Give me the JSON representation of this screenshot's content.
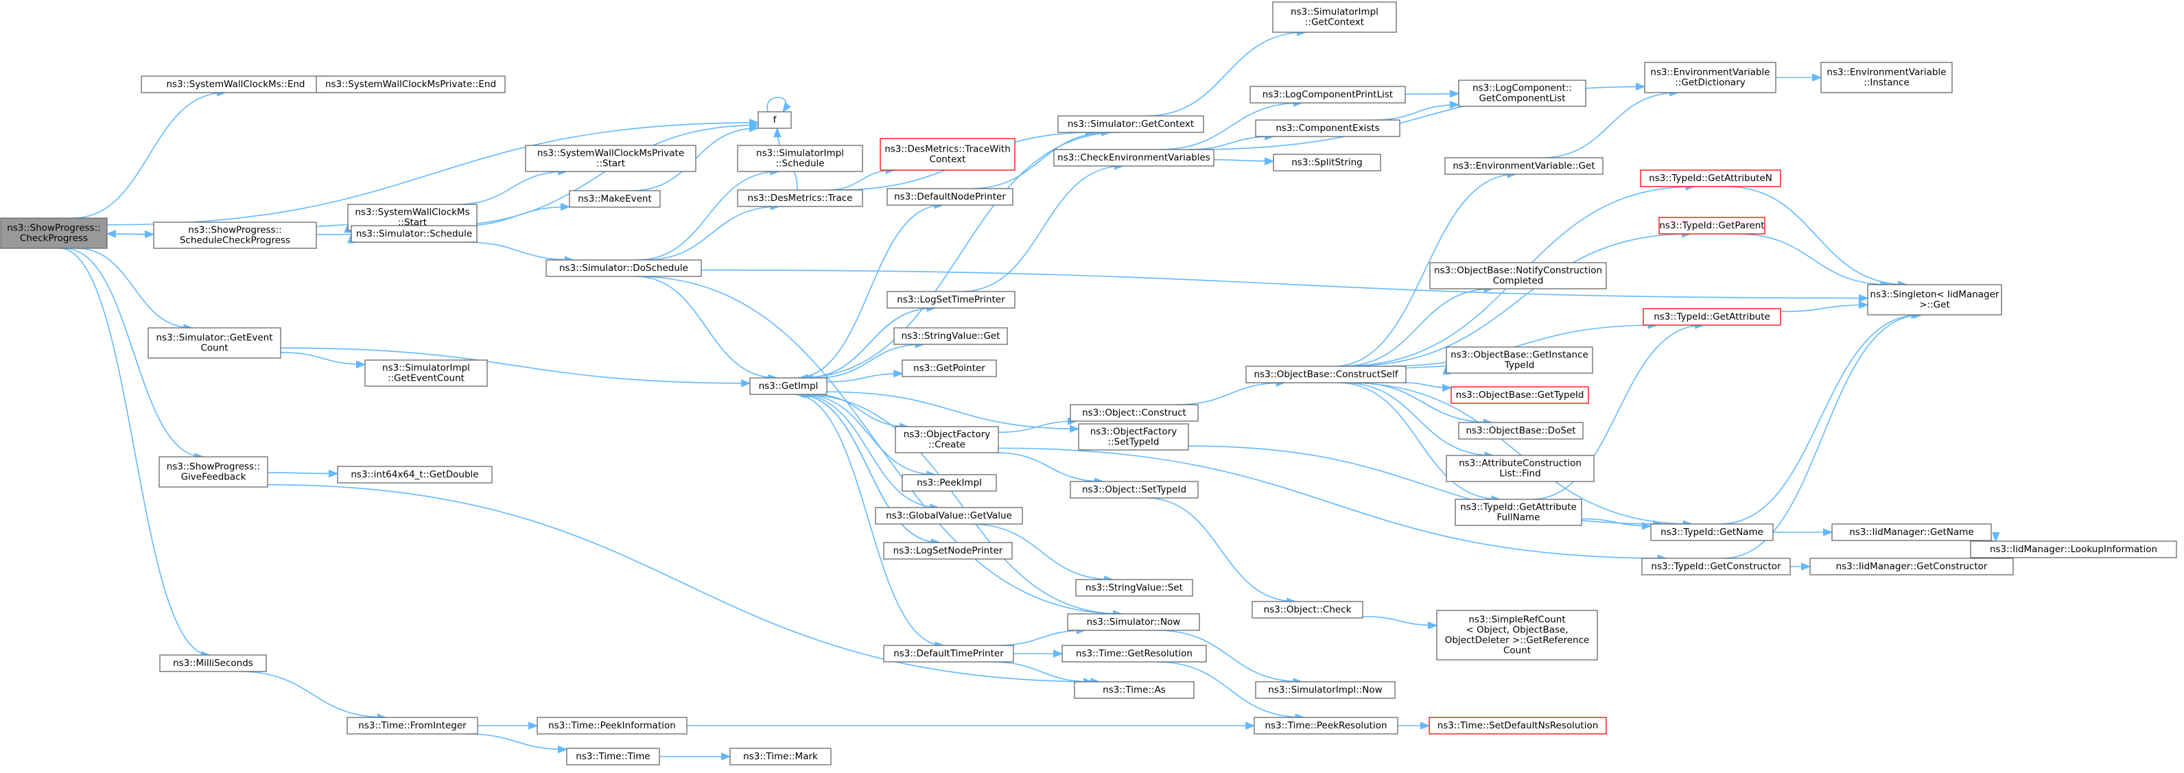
{
  "colors": {
    "edge": "#63b8ff",
    "node_border": "#666666",
    "node_border_highlight": "#ff0000",
    "root_fill": "#999999",
    "node_fill": "#ffffff"
  },
  "nodes": [
    {
      "id": "root",
      "lines": [
        "ns3::ShowProgress::",
        "CheckProgress"
      ],
      "style": "gray"
    },
    {
      "id": "swc_end",
      "lines": [
        "ns3::SystemWallClockMs::End"
      ]
    },
    {
      "id": "swcp_end",
      "lines": [
        "ns3::SystemWallClockMsPrivate::End"
      ]
    },
    {
      "id": "f",
      "lines": [
        "f"
      ]
    },
    {
      "id": "swc_start",
      "lines": [
        "ns3::SystemWallClockMs",
        "::Start"
      ]
    },
    {
      "id": "swcp_start",
      "lines": [
        "ns3::SystemWallClockMsPrivate",
        "::Start"
      ]
    },
    {
      "id": "sp_schedcheck",
      "lines": [
        "ns3::ShowProgress::",
        "ScheduleCheckProgress"
      ]
    },
    {
      "id": "sim_schedule",
      "lines": [
        "ns3::Simulator::Schedule"
      ]
    },
    {
      "id": "makeevent",
      "lines": [
        "ns3::MakeEvent"
      ]
    },
    {
      "id": "simimpl_schedule",
      "lines": [
        "ns3::SimulatorImpl",
        "::Schedule"
      ]
    },
    {
      "id": "desmetrics_trace",
      "lines": [
        "ns3::DesMetrics::Trace"
      ]
    },
    {
      "id": "desmetrics_tracewith",
      "lines": [
        "ns3::DesMetrics::TraceWith",
        "Context"
      ],
      "style": "red"
    },
    {
      "id": "defaultnodeprinter",
      "lines": [
        "ns3::DefaultNodePrinter"
      ]
    },
    {
      "id": "sim_getcontext",
      "lines": [
        "ns3::Simulator::GetContext"
      ]
    },
    {
      "id": "simimpl_getcontext",
      "lines": [
        "ns3::SimulatorImpl",
        "::GetContext"
      ]
    },
    {
      "id": "sim_doschedule",
      "lines": [
        "ns3::Simulator::DoSchedule"
      ]
    },
    {
      "id": "sim_geteventcount",
      "lines": [
        "ns3::Simulator::GetEvent",
        "Count"
      ]
    },
    {
      "id": "simimpl_geteventcount",
      "lines": [
        "ns3::SimulatorImpl",
        "::GetEventCount"
      ]
    },
    {
      "id": "getimpl",
      "lines": [
        "ns3::GetImpl"
      ]
    },
    {
      "id": "logsettimeprinter",
      "lines": [
        "ns3::LogSetTimePrinter"
      ]
    },
    {
      "id": "stringvalue_get",
      "lines": [
        "ns3::StringValue::Get"
      ]
    },
    {
      "id": "getpointer",
      "lines": [
        "ns3::GetPointer"
      ]
    },
    {
      "id": "objfactory_create",
      "lines": [
        "ns3::ObjectFactory",
        "::Create"
      ]
    },
    {
      "id": "peekimpl",
      "lines": [
        "ns3::PeekImpl"
      ]
    },
    {
      "id": "globalvalue_getvalue",
      "lines": [
        "ns3::GlobalValue::GetValue"
      ]
    },
    {
      "id": "logsetnodeprinter",
      "lines": [
        "ns3::LogSetNodePrinter"
      ]
    },
    {
      "id": "stringvalue_set",
      "lines": [
        "ns3::StringValue::Set"
      ]
    },
    {
      "id": "sim_now",
      "lines": [
        "ns3::Simulator::Now"
      ]
    },
    {
      "id": "defaulttimeprinter",
      "lines": [
        "ns3::DefaultTimePrinter"
      ]
    },
    {
      "id": "time_getresolution",
      "lines": [
        "ns3::Time::GetResolution"
      ]
    },
    {
      "id": "time_as",
      "lines": [
        "ns3::Time::As"
      ]
    },
    {
      "id": "simimpl_now",
      "lines": [
        "ns3::SimulatorImpl::Now"
      ]
    },
    {
      "id": "sp_givefeedback",
      "lines": [
        "ns3::ShowProgress::",
        "GiveFeedback"
      ]
    },
    {
      "id": "int64_getdouble",
      "lines": [
        "ns3::int64x64_t::GetDouble"
      ]
    },
    {
      "id": "milliseconds",
      "lines": [
        "ns3::MilliSeconds"
      ]
    },
    {
      "id": "time_frominteger",
      "lines": [
        "ns3::Time::FromInteger"
      ]
    },
    {
      "id": "time_peekinfo",
      "lines": [
        "ns3::Time::PeekInformation"
      ]
    },
    {
      "id": "time_time",
      "lines": [
        "ns3::Time::Time"
      ]
    },
    {
      "id": "time_mark",
      "lines": [
        "ns3::Time::Mark"
      ]
    },
    {
      "id": "time_peekres",
      "lines": [
        "ns3::Time::PeekResolution"
      ]
    },
    {
      "id": "time_setdefaultns",
      "lines": [
        "ns3::Time::SetDefaultNsResolution"
      ],
      "style": "red"
    },
    {
      "id": "checkenvvars",
      "lines": [
        "ns3::CheckEnvironmentVariables"
      ]
    },
    {
      "id": "logcompprintlist",
      "lines": [
        "ns3::LogComponentPrintList"
      ]
    },
    {
      "id": "componentexists",
      "lines": [
        "ns3::ComponentExists"
      ]
    },
    {
      "id": "splitstring",
      "lines": [
        "ns3::SplitString"
      ]
    },
    {
      "id": "logcomp_getlist",
      "lines": [
        "ns3::LogComponent::",
        "GetComponentList"
      ]
    },
    {
      "id": "envvar_getdict",
      "lines": [
        "ns3::EnvironmentVariable",
        "::GetDictionary"
      ]
    },
    {
      "id": "envvar_instance",
      "lines": [
        "ns3::EnvironmentVariable",
        "::Instance"
      ]
    },
    {
      "id": "envvar_get",
      "lines": [
        "ns3::EnvironmentVariable::Get"
      ]
    },
    {
      "id": "object_construct",
      "lines": [
        "ns3::Object::Construct"
      ]
    },
    {
      "id": "objfactory_settypeid",
      "lines": [
        "ns3::ObjectFactory",
        "::SetTypeId"
      ]
    },
    {
      "id": "object_settypeid",
      "lines": [
        "ns3::Object::SetTypeId"
      ]
    },
    {
      "id": "object_check",
      "lines": [
        "ns3::Object::Check"
      ]
    },
    {
      "id": "simplerefcount",
      "lines": [
        "ns3::SimpleRefCount",
        "< Object, ObjectBase,",
        "ObjectDeleter >::GetReference",
        "Count"
      ]
    },
    {
      "id": "objbase_constructself",
      "lines": [
        "ns3::ObjectBase::ConstructSelf"
      ]
    },
    {
      "id": "typeid_getattributen",
      "lines": [
        "ns3::TypeId::GetAttributeN"
      ],
      "style": "red"
    },
    {
      "id": "typeid_getparent",
      "lines": [
        "ns3::TypeId::GetParent"
      ],
      "style": "red"
    },
    {
      "id": "objbase_notify",
      "lines": [
        "ns3::ObjectBase::NotifyConstruction",
        "Completed"
      ]
    },
    {
      "id": "typeid_getattribute",
      "lines": [
        "ns3::TypeId::GetAttribute"
      ],
      "style": "red"
    },
    {
      "id": "objbase_getinstance",
      "lines": [
        "ns3::ObjectBase::GetInstance",
        "TypeId"
      ]
    },
    {
      "id": "objbase_gettypeid",
      "lines": [
        "ns3::ObjectBase::GetTypeId"
      ],
      "style": "red"
    },
    {
      "id": "objbase_doset",
      "lines": [
        "ns3::ObjectBase::DoSet"
      ]
    },
    {
      "id": "attrconstruction_find",
      "lines": [
        "ns3::AttributeConstruction",
        "List::Find"
      ]
    },
    {
      "id": "typeid_getattrfullname",
      "lines": [
        "ns3::TypeId::GetAttribute",
        "FullName"
      ]
    },
    {
      "id": "typeid_getname",
      "lines": [
        "ns3::TypeId::GetName"
      ]
    },
    {
      "id": "typeid_getconstructor",
      "lines": [
        "ns3::TypeId::GetConstructor"
      ]
    },
    {
      "id": "singleton_get",
      "lines": [
        "ns3::Singleton< IidManager",
        ">::Get"
      ]
    },
    {
      "id": "iidmanager_getname",
      "lines": [
        "ns3::IidManager::GetName"
      ]
    },
    {
      "id": "iidmanager_getconstructor",
      "lines": [
        "ns3::IidManager::GetConstructor"
      ]
    },
    {
      "id": "iidmanager_lookup",
      "lines": [
        "ns3::IidManager::LookupInformation"
      ]
    }
  ],
  "edges": [
    [
      "root",
      "swc_end"
    ],
    [
      "root",
      "f"
    ],
    [
      "root",
      "sp_schedcheck"
    ],
    [
      "root",
      "sim_geteventcount"
    ],
    [
      "root",
      "sp_givefeedback"
    ],
    [
      "root",
      "milliseconds"
    ],
    [
      "swc_end",
      "swcp_end"
    ],
    [
      "f",
      "f"
    ],
    [
      "swc_start",
      "swcp_start"
    ],
    [
      "sp_schedcheck",
      "root"
    ],
    [
      "sp_schedcheck",
      "swc_start"
    ],
    [
      "sp_schedcheck",
      "sim_schedule"
    ],
    [
      "sim_schedule",
      "makeevent"
    ],
    [
      "sim_schedule",
      "f"
    ],
    [
      "sim_schedule",
      "sim_doschedule"
    ],
    [
      "makeevent",
      "f"
    ],
    [
      "sim_doschedule",
      "simimpl_schedule"
    ],
    [
      "sim_doschedule",
      "desmetrics_trace"
    ],
    [
      "sim_doschedule",
      "getimpl"
    ],
    [
      "sim_doschedule",
      "sim_now"
    ],
    [
      "sim_doschedule",
      "singleton_get"
    ],
    [
      "desmetrics_trace",
      "f"
    ],
    [
      "desmetrics_trace",
      "desmetrics_tracewith"
    ],
    [
      "desmetrics_trace",
      "sim_getcontext"
    ],
    [
      "sim_getcontext",
      "simimpl_getcontext"
    ],
    [
      "sim_getcontext",
      "getimpl"
    ],
    [
      "defaultnodeprinter",
      "sim_getcontext"
    ],
    [
      "sim_geteventcount",
      "simimpl_geteventcount"
    ],
    [
      "sim_geteventcount",
      "getimpl"
    ],
    [
      "getimpl",
      "defaultnodeprinter"
    ],
    [
      "getimpl",
      "logsettimeprinter"
    ],
    [
      "getimpl",
      "stringvalue_get"
    ],
    [
      "getimpl",
      "getpointer"
    ],
    [
      "getimpl",
      "objfactory_create"
    ],
    [
      "getimpl",
      "peekimpl"
    ],
    [
      "getimpl",
      "globalvalue_getvalue"
    ],
    [
      "getimpl",
      "logsetnodeprinter"
    ],
    [
      "getimpl",
      "defaulttimeprinter"
    ],
    [
      "getimpl",
      "objfactory_settypeid"
    ],
    [
      "logsettimeprinter",
      "getimpl"
    ],
    [
      "logsetnodeprinter",
      "getimpl"
    ],
    [
      "sim_now",
      "getimpl"
    ],
    [
      "defaulttimeprinter",
      "sim_now"
    ],
    [
      "defaulttimeprinter",
      "time_getresolution"
    ],
    [
      "defaulttimeprinter",
      "time_as"
    ],
    [
      "logsettimeprinter",
      "checkenvvars"
    ],
    [
      "objfactory_create",
      "object_construct"
    ],
    [
      "objfactory_create",
      "object_settypeid"
    ],
    [
      "objfactory_create",
      "typeid_getconstructor"
    ],
    [
      "globalvalue_getvalue",
      "stringvalue_set"
    ],
    [
      "sim_now",
      "simimpl_now"
    ],
    [
      "time_getresolution",
      "time_peekres"
    ],
    [
      "sp_givefeedback",
      "int64_getdouble"
    ],
    [
      "sp_givefeedback",
      "time_as"
    ],
    [
      "milliseconds",
      "time_frominteger"
    ],
    [
      "time_frominteger",
      "time_peekinfo"
    ],
    [
      "time_frominteger",
      "time_time"
    ],
    [
      "time_time",
      "time_mark"
    ],
    [
      "time_peekinfo",
      "time_peekres"
    ],
    [
      "time_peekres",
      "time_setdefaultns"
    ],
    [
      "checkenvvars",
      "logcompprintlist"
    ],
    [
      "checkenvvars",
      "componentexists"
    ],
    [
      "checkenvvars",
      "splitstring"
    ],
    [
      "checkenvvars",
      "envvar_getdict"
    ],
    [
      "logcompprintlist",
      "logcomp_getlist"
    ],
    [
      "componentexists",
      "logcomp_getlist"
    ],
    [
      "envvar_getdict",
      "envvar_instance"
    ],
    [
      "envvar_get",
      "envvar_getdict"
    ],
    [
      "object_construct",
      "objbase_constructself"
    ],
    [
      "objfactory_settypeid",
      "typeid_getname"
    ],
    [
      "object_settypeid",
      "object_check"
    ],
    [
      "object_check",
      "simplerefcount"
    ],
    [
      "objbase_constructself",
      "envvar_get"
    ],
    [
      "objbase_constructself",
      "typeid_getattributen"
    ],
    [
      "objbase_constructself",
      "typeid_getparent"
    ],
    [
      "objbase_constructself",
      "objbase_notify"
    ],
    [
      "objbase_constructself",
      "typeid_getattribute"
    ],
    [
      "objbase_constructself",
      "objbase_getinstance"
    ],
    [
      "objbase_constructself",
      "objbase_gettypeid"
    ],
    [
      "objbase_constructself",
      "objbase_doset"
    ],
    [
      "objbase_constructself",
      "attrconstruction_find"
    ],
    [
      "objbase_constructself",
      "typeid_getattrfullname"
    ],
    [
      "objbase_constructself",
      "typeid_getname"
    ],
    [
      "typeid_getattributen",
      "singleton_get"
    ],
    [
      "typeid_getparent",
      "singleton_get"
    ],
    [
      "typeid_getattribute",
      "singleton_get"
    ],
    [
      "typeid_getattrfullname",
      "typeid_getattribute"
    ],
    [
      "typeid_getattrfullname",
      "typeid_getname"
    ],
    [
      "typeid_getname",
      "singleton_get"
    ],
    [
      "typeid_getname",
      "iidmanager_getname"
    ],
    [
      "typeid_getconstructor",
      "singleton_get"
    ],
    [
      "typeid_getconstructor",
      "iidmanager_getconstructor"
    ],
    [
      "iidmanager_getname",
      "iidmanager_lookup"
    ],
    [
      "iidmanager_getconstructor",
      "iidmanager_lookup"
    ]
  ]
}
